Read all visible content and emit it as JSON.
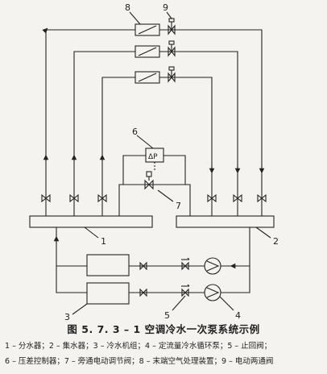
{
  "labels": {
    "n1": "1",
    "n2": "2",
    "n3": "3",
    "n4": "4",
    "n5": "5",
    "n6": "6",
    "n7": "7",
    "n8": "8",
    "n9": "9",
    "dp": "ΔP"
  },
  "caption": "图 5. 7. 3 – 1    空调冷水一次泵系统示例",
  "legend": {
    "line1": "1 – 分水器；2 – 集水器；3 – 冷水机组；4 – 定流量冷水循环泵；5 – 止回阀；",
    "line2": "6 – 压差控制器；7 – 旁通电动调节阀；8 – 末端空气处理装置；9 – 电动两通阀"
  }
}
